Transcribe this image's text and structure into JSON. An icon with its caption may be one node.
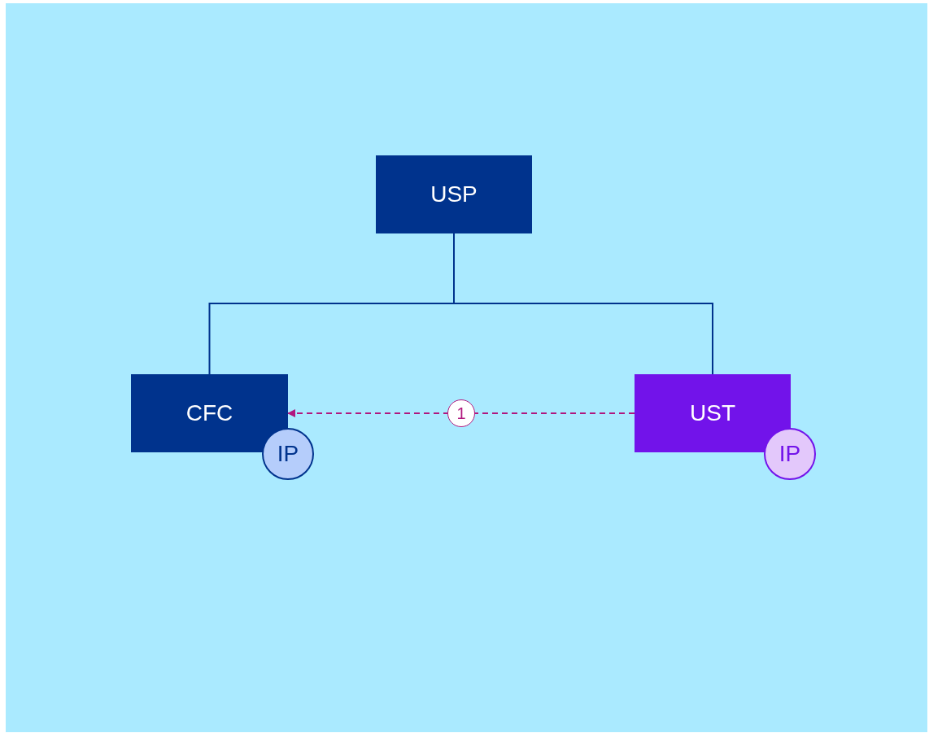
{
  "diagram": {
    "nodes": [
      {
        "text": [
          "USP"
        ]
      },
      {
        "text": [
          "CFC"
        ]
      },
      {
        "text": [
          "UST"
        ]
      },
      {
        "text": [
          "IP"
        ]
      },
      {
        "text": [
          "IP"
        ]
      }
    ],
    "edges": [
      {
        "from": 0,
        "to": 1,
        "arrow": "none"
      },
      {
        "from": 0,
        "to": 2,
        "arrow": "none"
      },
      {
        "from": 2,
        "to": 1,
        "arrow": "to",
        "label": "1",
        "style": "dashed",
        "color": "#b0177e"
      }
    ]
  }
}
